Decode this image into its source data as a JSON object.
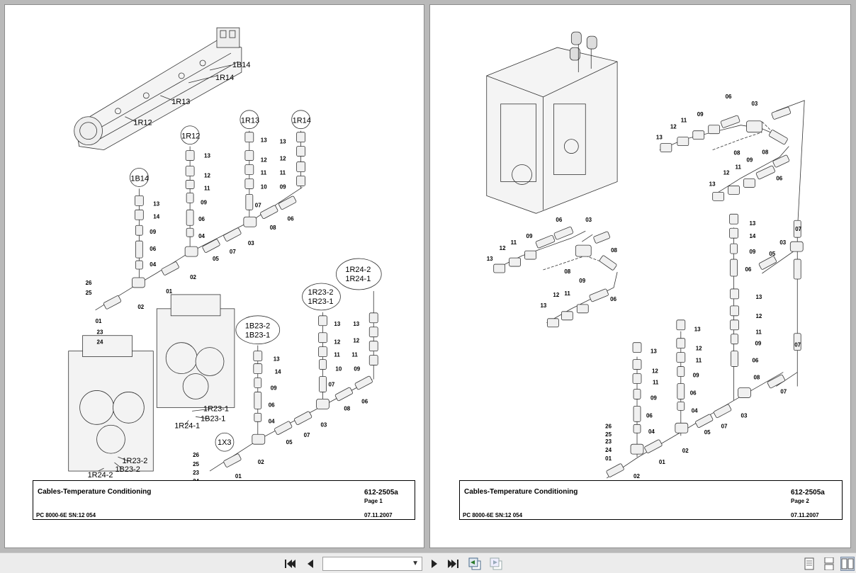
{
  "pages": [
    {
      "title": "Cables-Temperature Conditioning",
      "code": "612-2505a",
      "page_label": "Page 1",
      "model": "PC 8000-6E SN:12 054",
      "date": "07.11.2007",
      "callouts": {
        "axle_1B14": "1B14",
        "axle_1R14": "1R14",
        "axle_1R13": "1R13",
        "axle_1R12": "1R12",
        "bubble_1R12": "1R12",
        "bubble_1R13": "1R13",
        "bubble_1R14": "1R14",
        "bubble_1B14": "1B14",
        "bubble_1R24_2": "1R24-2",
        "bubble_1R24_1": "1R24-1",
        "bubble_1R23_2": "1R23-2",
        "bubble_1R23_1": "1R23-1",
        "bubble_1B23_2": "1B23-2",
        "bubble_1B23_1": "1B23-1",
        "bubble_1X3": "1X3",
        "motor_1R23_1": "1R23-1",
        "motor_1B23_1": "1B23-1",
        "motor_1R24_1": "1R24-1",
        "motor_1R23_2": "1R23-2",
        "motor_1B23_2": "1B23-2",
        "motor_1R24_2": "1R24-2"
      }
    },
    {
      "title": "Cables-Temperature Conditioning",
      "code": "612-2505a",
      "page_label": "Page 2",
      "model": "PC 8000-6E SN:12 054",
      "date": "07.11.2007"
    }
  ],
  "toolbar": {
    "first_page": "first-page-icon",
    "prev_page": "previous-page-icon",
    "page_value": "",
    "next_page": "next-page-icon",
    "last_page": "last-page-icon",
    "view_single": "single-page-icon",
    "view_continuous": "continuous-page-icon",
    "view_facing": "facing-pages-icon"
  }
}
